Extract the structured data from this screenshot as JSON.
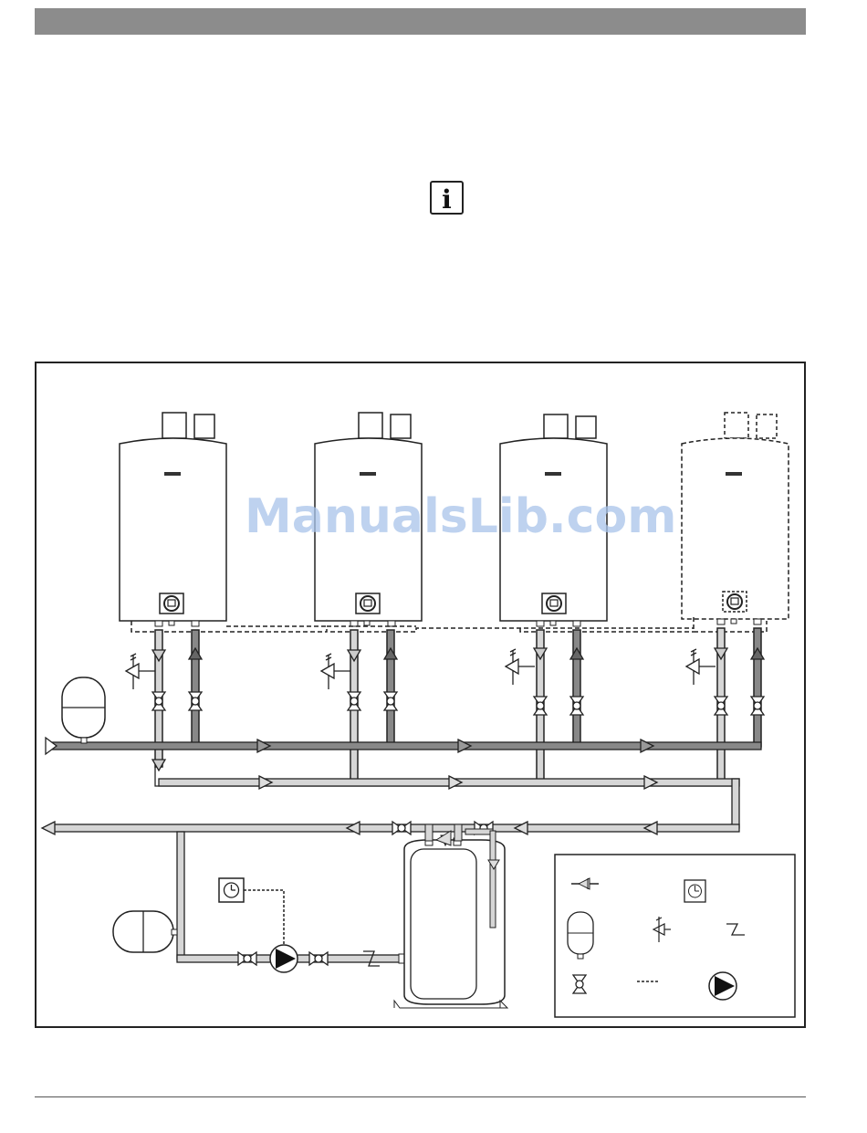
{
  "header": {
    "bar_color": "#8c8c8c"
  },
  "info_icon": {
    "glyph": "i",
    "icon": "info-icon"
  },
  "watermark": {
    "text": "ManualsLib.com",
    "color": "#a9c4ea"
  },
  "diagram": {
    "units": [
      "water-heater-1",
      "water-heater-2",
      "water-heater-3",
      "water-heater-4-optional"
    ],
    "legend_symbols": [
      "check-valve",
      "timer",
      "expansion-tank",
      "relief-valve",
      "backflow-preventer",
      "isolation-valve",
      "control-wire",
      "circulator-pump"
    ]
  }
}
